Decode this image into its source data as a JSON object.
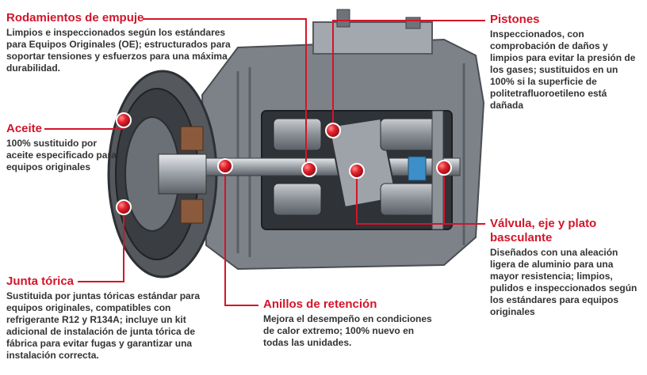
{
  "callouts": {
    "rodamientos": {
      "title": "Rodamientos de empuje",
      "text": "Limpios e inspeccionados según los estándares para Equipos Originales (OE); estructurados para soportar tensiones y esfuerzos para una máxima durabilidad."
    },
    "aceite": {
      "title": "Aceite",
      "text": "100% sustituido por aceite especificado para equipos originales"
    },
    "junta": {
      "title": "Junta tórica",
      "text": "Sustituida por juntas tóricas estándar para equipos originales, compatibles con refrigerante R12 y R134A; incluye un kit adicional de instalación de junta tórica de fábrica para evitar fugas y garantizar una instalación correcta."
    },
    "anillos": {
      "title": "Anillos de retención",
      "text": "Mejora el desempeño en condiciones de calor extremo; 100% nuevo en todas las unidades."
    },
    "pistones": {
      "title": "Pistones",
      "text": "Inspeccionados, con comprobación de daños y limpios para evitar la presión de los gases; sustituidos en un 100% si la superficie de politetrafluoroetileno está dañada"
    },
    "valvula": {
      "title": "Válvula, eje y plato basculante",
      "text": "Diseñados con una aleación ligera de aluminio para una mayor resistencia; limpios, pulidos e inspeccionados según los estándares para equipos originales"
    }
  },
  "colors": {
    "accent": "#d3152a",
    "text": "#333333"
  }
}
